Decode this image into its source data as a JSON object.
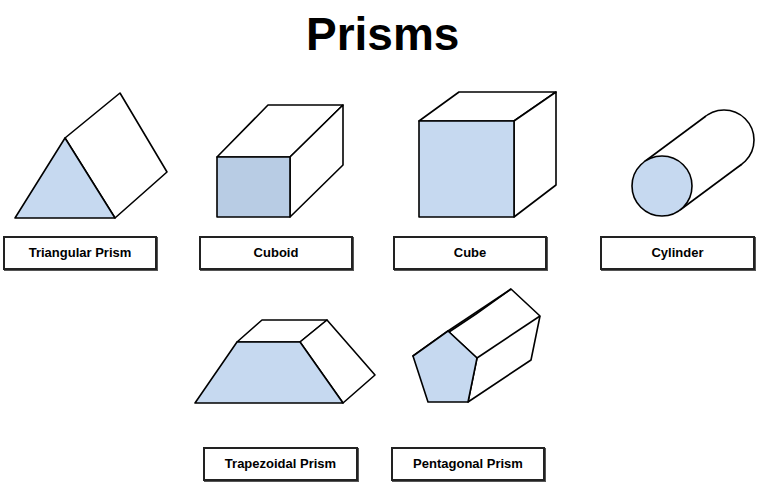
{
  "diagram": {
    "title": "Prisms",
    "nodes": [
      {
        "text": [
          "Triangular Prism"
        ]
      },
      {
        "text": [
          "Cuboid"
        ]
      },
      {
        "text": [
          "Cube"
        ]
      },
      {
        "text": [
          "Cylinder"
        ]
      },
      {
        "text": [
          "Trapezoidal Prism"
        ]
      },
      {
        "text": [
          "Pentagonal Prism"
        ]
      }
    ]
  }
}
